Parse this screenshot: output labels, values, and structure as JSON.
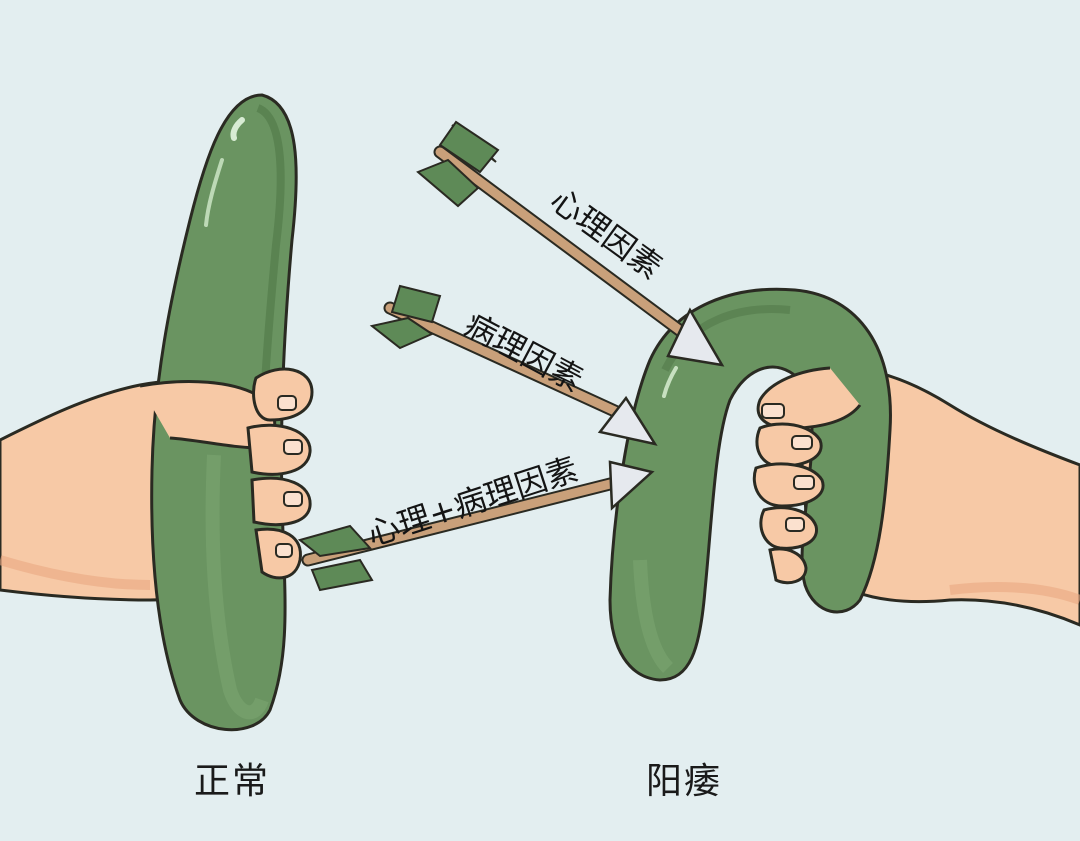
{
  "arrows": [
    {
      "label": "心理因素"
    },
    {
      "label": "病理因素"
    },
    {
      "label": "心理+病理因素"
    }
  ],
  "captions": {
    "left": "正常",
    "right": "阳痿"
  },
  "colors": {
    "background": "#e3eef0",
    "cucumber": "#6a9461",
    "cucumber_dark": "#4d7446",
    "cucumber_light": "#7ea874",
    "skin": "#f7c9a6",
    "skin_shade": "#eaa882",
    "arrow_shaft": "#c9a07a",
    "fletching": "#5e8a57",
    "arrowhead": "#e6e9ee",
    "outline": "#2a2a22"
  }
}
